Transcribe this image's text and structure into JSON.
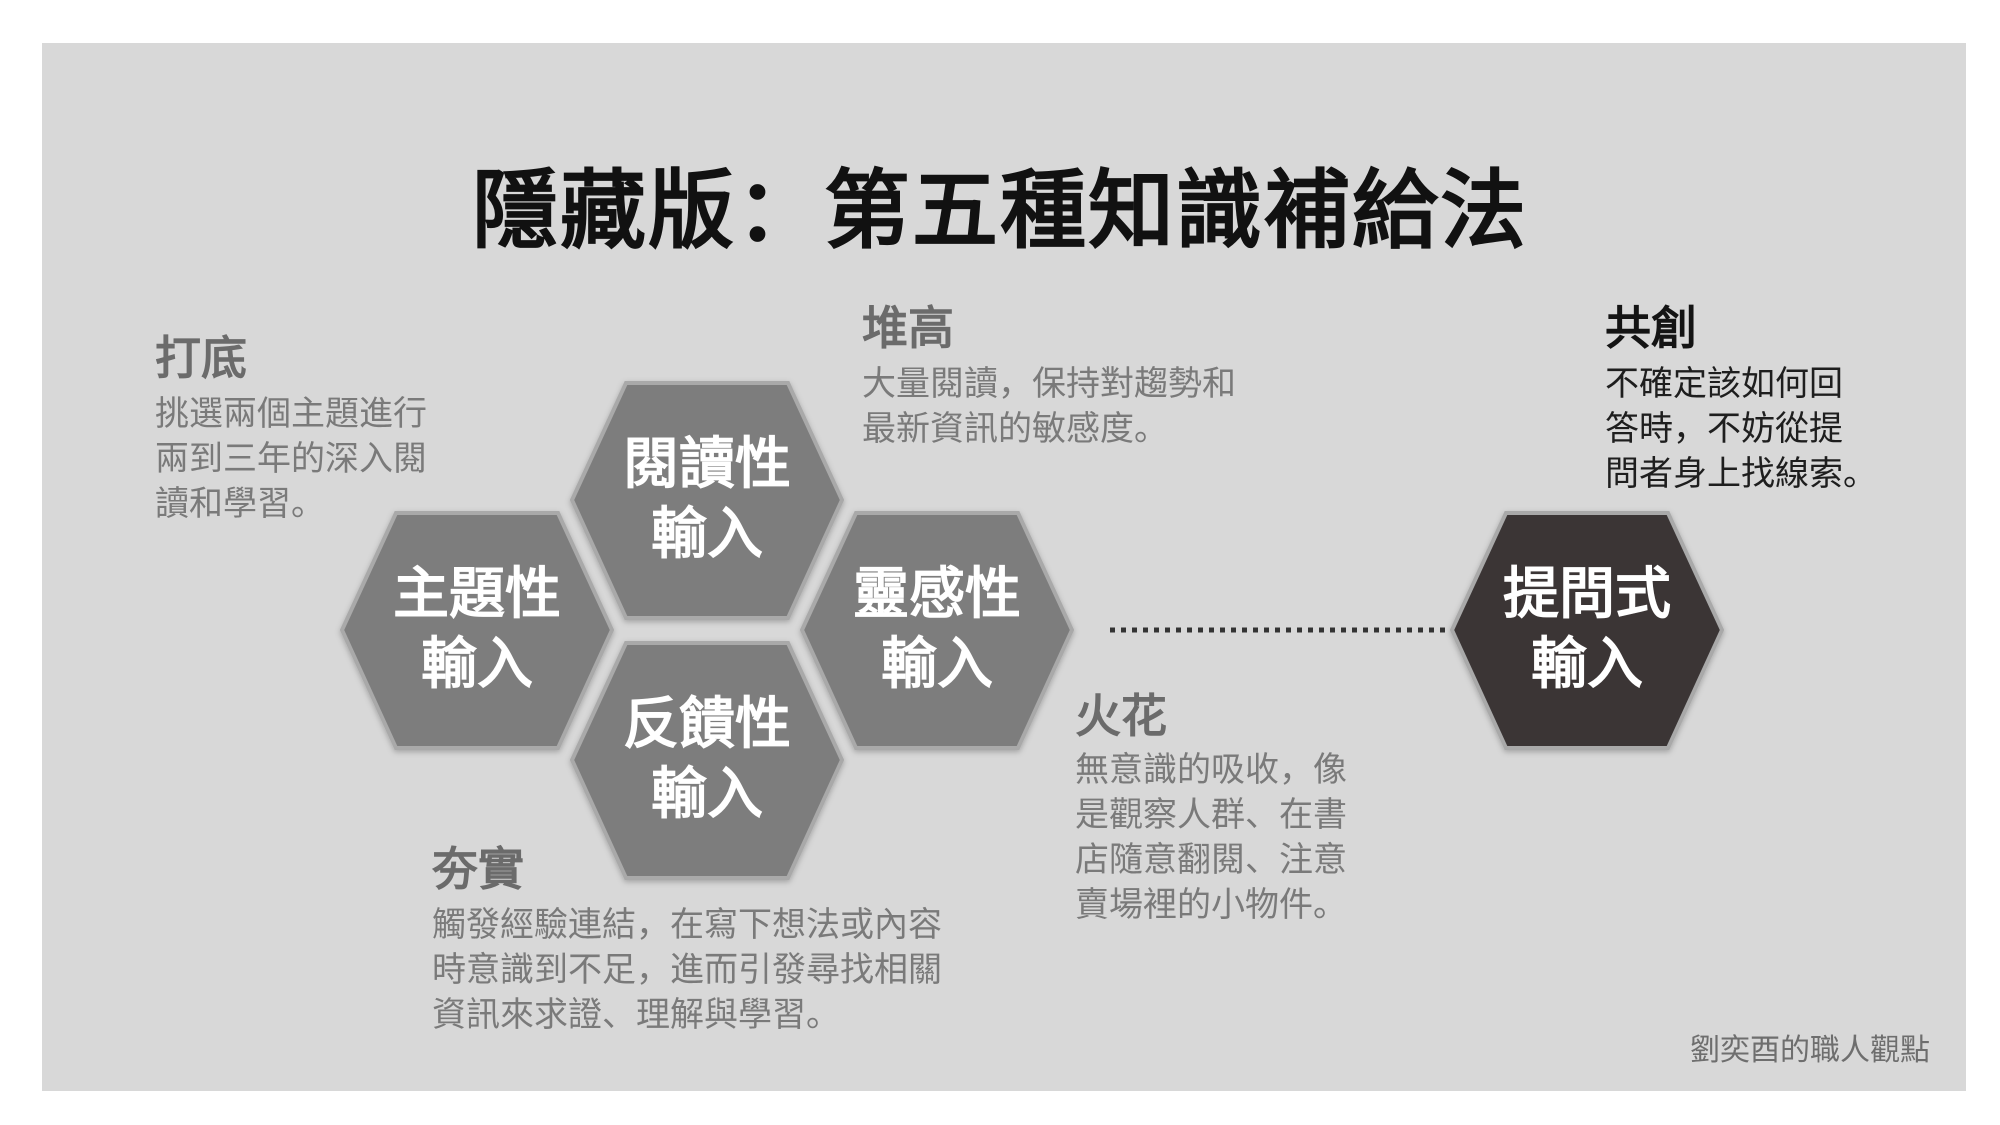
{
  "title": "隱藏版：第五種知識補給法",
  "hexagons": {
    "topic": {
      "line1": "主題性",
      "line2": "輸入"
    },
    "reading": {
      "line1": "閱讀性",
      "line2": "輸入"
    },
    "inspiration": {
      "line1": "靈感性",
      "line2": "輸入"
    },
    "feedback": {
      "line1": "反饋性",
      "line2": "輸入"
    },
    "question": {
      "line1": "提問式",
      "line2": "輸入"
    }
  },
  "notes": {
    "foundation": {
      "heading": "打底",
      "text": "挑選兩個主題進行\n兩到三年的深入閱\n讀和學習。"
    },
    "build_up": {
      "heading": "堆高",
      "text": "大量閱讀，保持對趨勢和\n最新資訊的敏感度。"
    },
    "spark": {
      "heading": "火花",
      "text": "無意識的吸收，像\n是觀察人群、在書\n店隨意翻閱、注意\n賣場裡的小物件。"
    },
    "solidify": {
      "heading": "夯實",
      "text": "觸發經驗連結，在寫下想法或內容\n時意識到不足，進而引發尋找相關\n資訊來求證、理解與學習。"
    },
    "co_create": {
      "heading": "共創",
      "text": "不確定該如何回\n答時，不妨從提\n問者身上找線索。"
    }
  },
  "credit": "劉奕酉的職人觀點",
  "colors": {
    "background": "#d8d8d8",
    "hex_gray": "#7d7d7d",
    "hex_dark": "#3a3636",
    "hex_border": "#a9a9a9"
  }
}
